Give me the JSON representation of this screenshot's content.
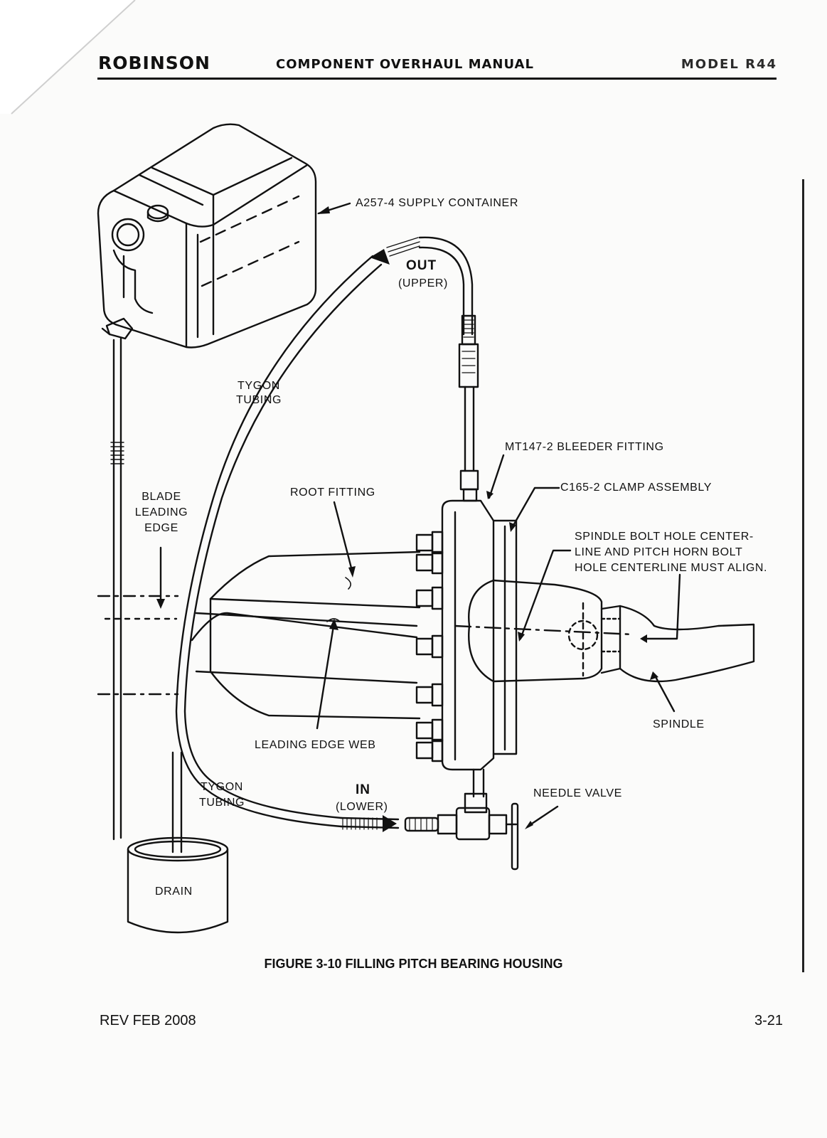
{
  "header": {
    "brand": "ROBINSON",
    "title": "COMPONENT OVERHAUL MANUAL",
    "model": "MODEL R44"
  },
  "labels": {
    "supply_container": "A257-4 SUPPLY CONTAINER",
    "out": "OUT",
    "out_sub": "(UPPER)",
    "tygon_upper_1": "TYGON",
    "tygon_upper_2": "TUBING",
    "bleeder_fitting": "MT147-2 BLEEDER FITTING",
    "clamp_assembly": "C165-2 CLAMP ASSEMBLY",
    "blade_1": "BLADE",
    "blade_2": "LEADING",
    "blade_3": "EDGE",
    "root_fitting": "ROOT FITTING",
    "spindle_note_1": "SPINDLE BOLT HOLE CENTER-",
    "spindle_note_2": "LINE AND PITCH HORN BOLT",
    "spindle_note_3": "HOLE CENTERLINE MUST ALIGN.",
    "spindle": "SPINDLE",
    "leading_edge_web": "LEADING EDGE WEB",
    "tygon_lower_1": "TYGON",
    "tygon_lower_2": "TUBING",
    "in": "IN",
    "in_sub": "(LOWER)",
    "needle_valve": "NEEDLE VALVE",
    "drain": "DRAIN"
  },
  "caption": "FIGURE 3-10  FILLING PITCH BEARING HOUSING",
  "footer": {
    "revision": "REV FEB 2008",
    "page_number": "3-21"
  }
}
